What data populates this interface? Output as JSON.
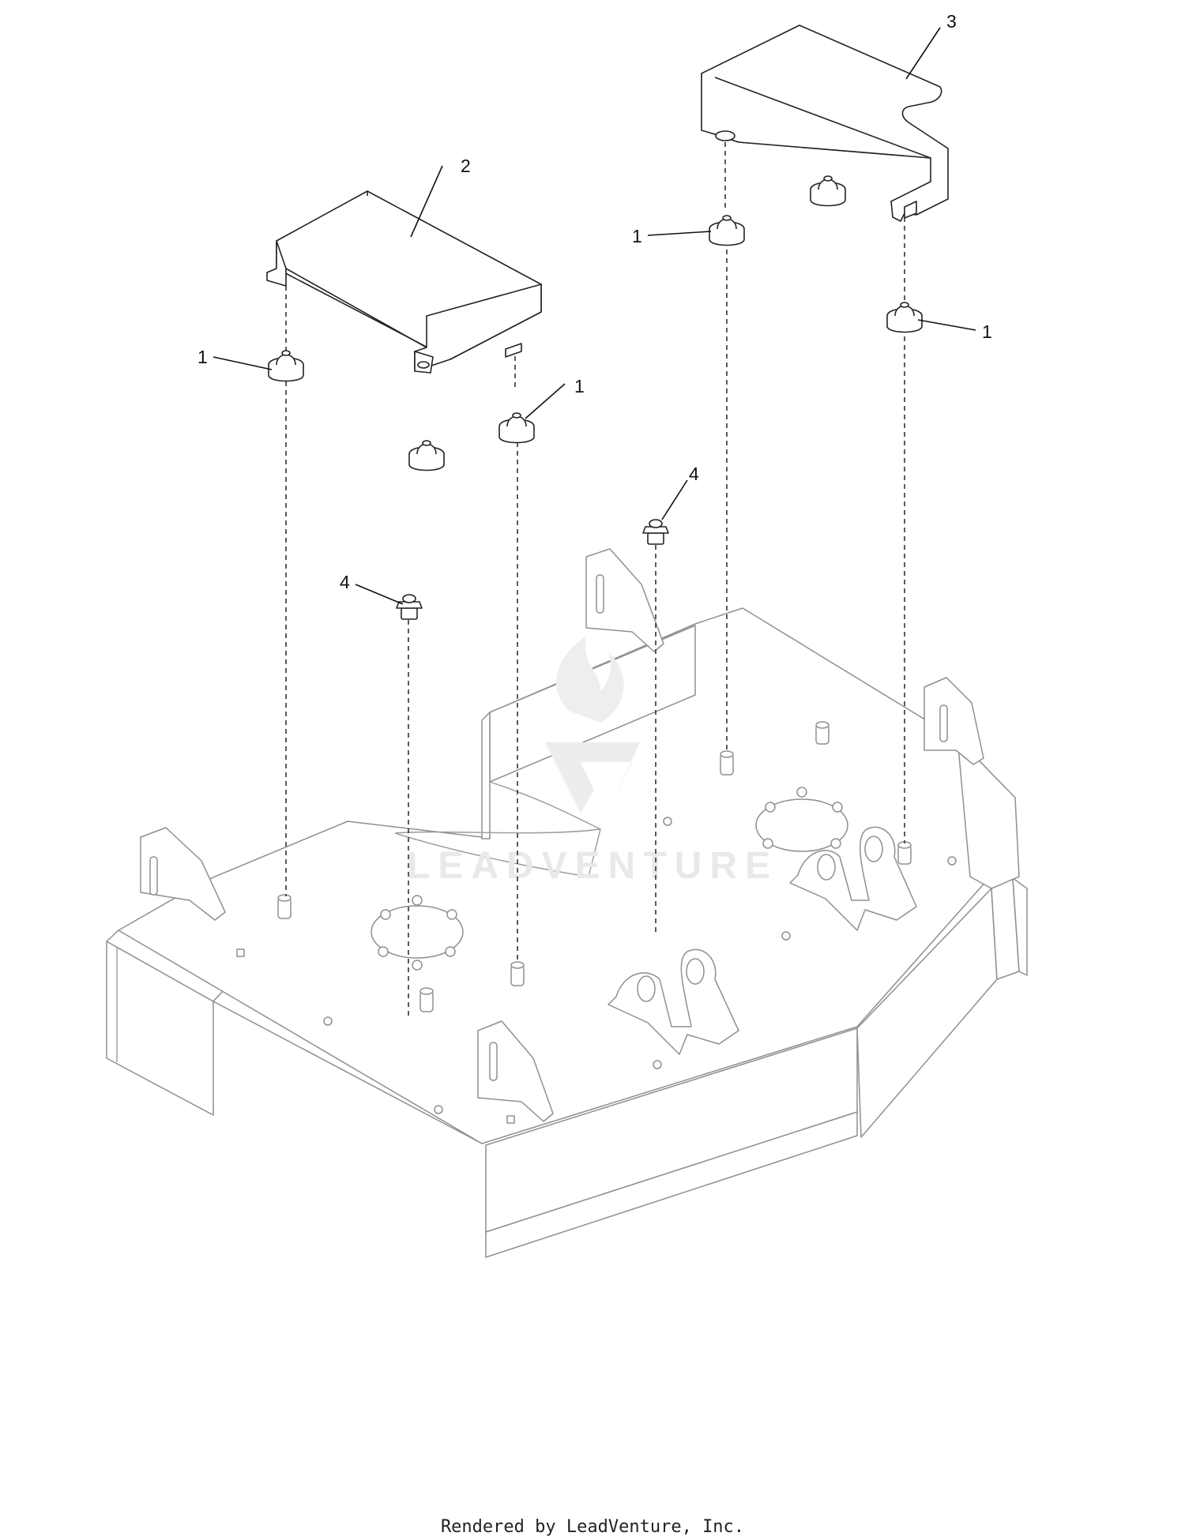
{
  "callouts": {
    "c1a": "1",
    "c1b": "1",
    "c1c": "1",
    "c1d": "1",
    "c2": "2",
    "c3": "3",
    "c4a": "4",
    "c4b": "4"
  },
  "watermark": "LEADVENTURE",
  "footer": "Rendered by LeadVenture, Inc."
}
